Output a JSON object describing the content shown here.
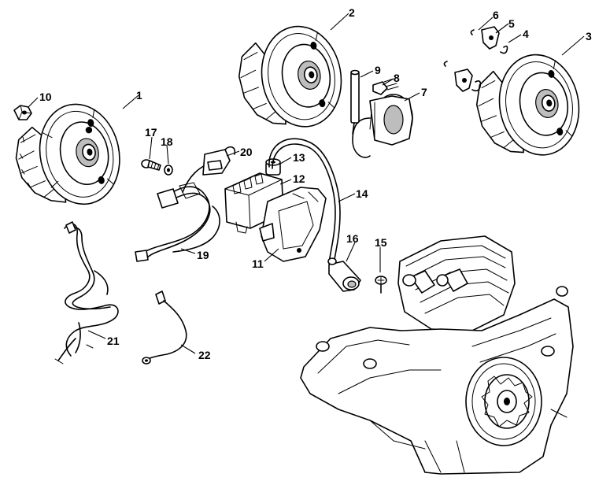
{
  "callouts": [
    {
      "id": "1",
      "label": "1"
    },
    {
      "id": "2",
      "label": "2"
    },
    {
      "id": "3",
      "label": "3"
    },
    {
      "id": "4",
      "label": "4"
    },
    {
      "id": "5",
      "label": "5"
    },
    {
      "id": "6",
      "label": "6"
    },
    {
      "id": "7",
      "label": "7"
    },
    {
      "id": "8",
      "label": "8"
    },
    {
      "id": "9",
      "label": "9"
    },
    {
      "id": "10",
      "label": "10"
    },
    {
      "id": "11",
      "label": "11"
    },
    {
      "id": "12",
      "label": "12"
    },
    {
      "id": "13",
      "label": "13"
    },
    {
      "id": "14",
      "label": "14"
    },
    {
      "id": "15",
      "label": "15"
    },
    {
      "id": "16",
      "label": "16"
    },
    {
      "id": "17",
      "label": "17"
    },
    {
      "id": "18",
      "label": "18"
    },
    {
      "id": "19",
      "label": "19"
    },
    {
      "id": "20",
      "label": "20"
    },
    {
      "id": "21",
      "label": "21"
    },
    {
      "id": "22",
      "label": "22"
    }
  ]
}
